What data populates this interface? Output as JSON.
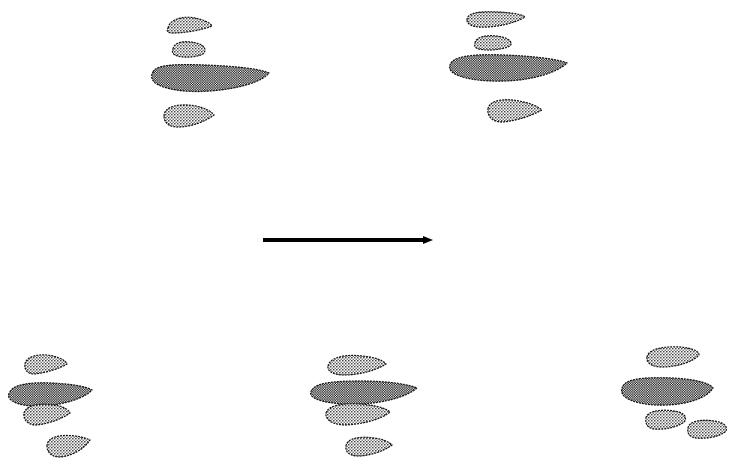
{
  "diagram": {
    "groups": [
      {
        "name": "top-left-cluster",
        "blob_count": 4
      },
      {
        "name": "top-right-cluster",
        "blob_count": 4
      },
      {
        "name": "bottom-left-cluster",
        "blob_count": 4
      },
      {
        "name": "bottom-middle-cluster",
        "blob_count": 4
      },
      {
        "name": "bottom-right-cluster",
        "blob_count": 4
      }
    ],
    "arrow": {
      "direction": "right"
    }
  }
}
